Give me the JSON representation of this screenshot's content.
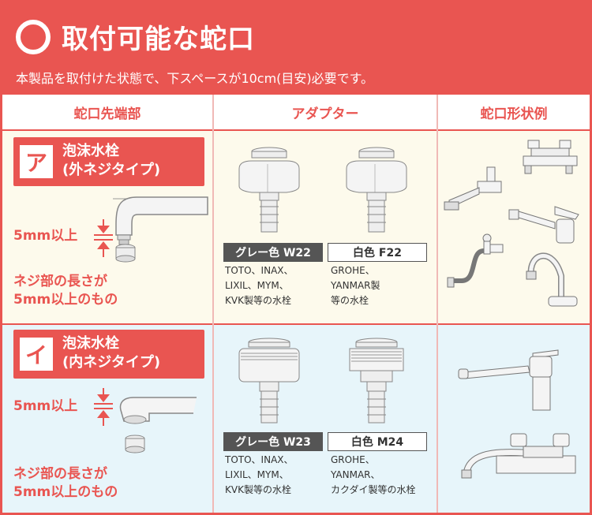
{
  "header": {
    "title": "取付可能な蛇口",
    "subtitle": "本製品を取付けた状態で、下スペースが10cm(目安)必要です。"
  },
  "table": {
    "columns": [
      "蛇口先端部",
      "アダプター",
      "蛇口形状例"
    ]
  },
  "rows": [
    {
      "letter": "ア",
      "type_line1": "泡沫水栓",
      "type_line2": "(外ネジタイプ)",
      "measure": "5mm以上",
      "condition_line1": "ネジ部の長さが",
      "condition_line2": "5mm以上のもの",
      "adapters": [
        {
          "label": "グレー色 W22",
          "notes": [
            "TOTO、INAX、",
            "LIXIL、MYM、",
            "KVK製等の水栓"
          ]
        },
        {
          "label": "白色 F22",
          "notes": [
            "GROHE、",
            "YANMAR製",
            "等の水栓"
          ]
        }
      ]
    },
    {
      "letter": "イ",
      "type_line1": "泡沫水栓",
      "type_line2": "(内ネジタイプ)",
      "measure": "5mm以上",
      "condition_line1": "ネジ部の長さが",
      "condition_line2": "5mm以上のもの",
      "adapters": [
        {
          "label": "グレー色 W23",
          "notes": [
            "TOTO、INAX、",
            "LIXIL、MYM、",
            "KVK製等の水栓"
          ]
        },
        {
          "label": "白色 M24",
          "notes": [
            "GROHE、",
            "YANMAR、",
            "カクダイ製等の水栓"
          ]
        }
      ]
    }
  ],
  "colors": {
    "accent": "#e95551",
    "row1_bg": "#fdfaec",
    "row2_bg": "#e7f5fa"
  }
}
